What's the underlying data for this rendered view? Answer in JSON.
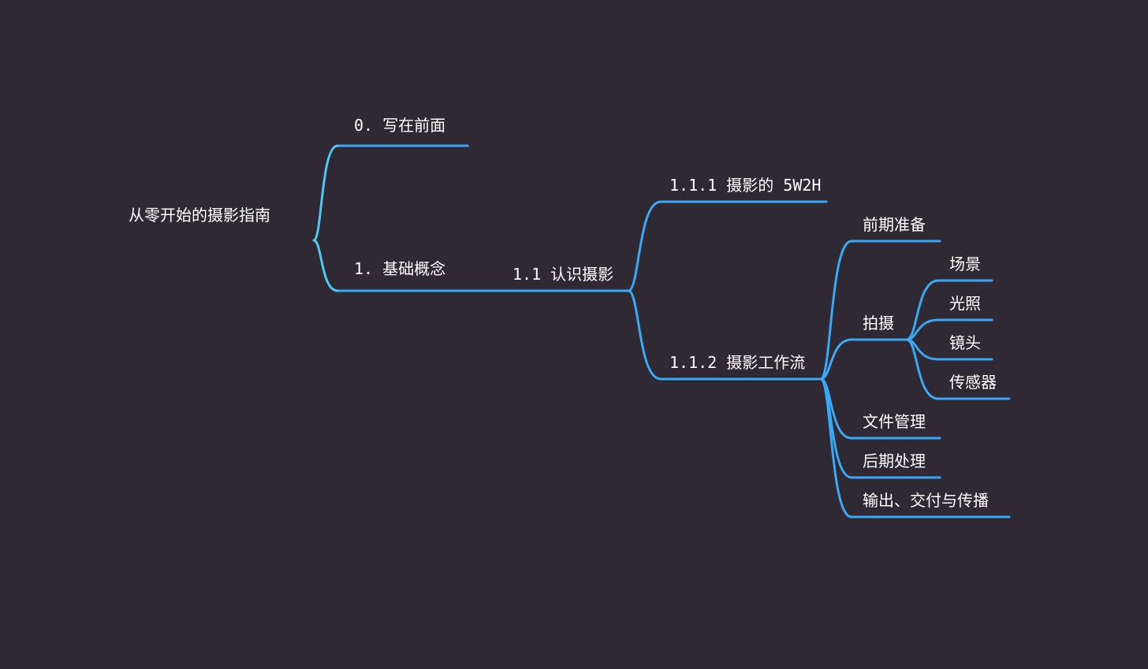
{
  "colors": {
    "background": "#2e2933",
    "root_line_start": "#2ac4b8",
    "root_line_end": "#4ec8f0",
    "branch_line": "#3aa8f4",
    "text": "#ffffff"
  },
  "mindmap": {
    "root": {
      "id": "root",
      "label": "从零开始的摄影指南"
    },
    "nodes": [
      {
        "id": "n0",
        "parent": "root",
        "label": "0. 写在前面"
      },
      {
        "id": "n1",
        "parent": "root",
        "label": "1. 基础概念"
      },
      {
        "id": "n11",
        "parent": "n1",
        "label": "1.1 认识摄影"
      },
      {
        "id": "n111",
        "parent": "n11",
        "label": "1.1.1 摄影的 5W2H"
      },
      {
        "id": "n112",
        "parent": "n11",
        "label": "1.1.2 摄影工作流"
      },
      {
        "id": "w1",
        "parent": "n112",
        "label": "前期准备"
      },
      {
        "id": "w2",
        "parent": "n112",
        "label": "拍摄"
      },
      {
        "id": "s1",
        "parent": "w2",
        "label": "场景"
      },
      {
        "id": "s2",
        "parent": "w2",
        "label": "光照"
      },
      {
        "id": "s3",
        "parent": "w2",
        "label": "镜头"
      },
      {
        "id": "s4",
        "parent": "w2",
        "label": "传感器"
      },
      {
        "id": "w3",
        "parent": "n112",
        "label": "文件管理"
      },
      {
        "id": "w4",
        "parent": "n112",
        "label": "后期处理"
      },
      {
        "id": "w5",
        "parent": "n112",
        "label": "输出、交付与传播"
      }
    ]
  }
}
